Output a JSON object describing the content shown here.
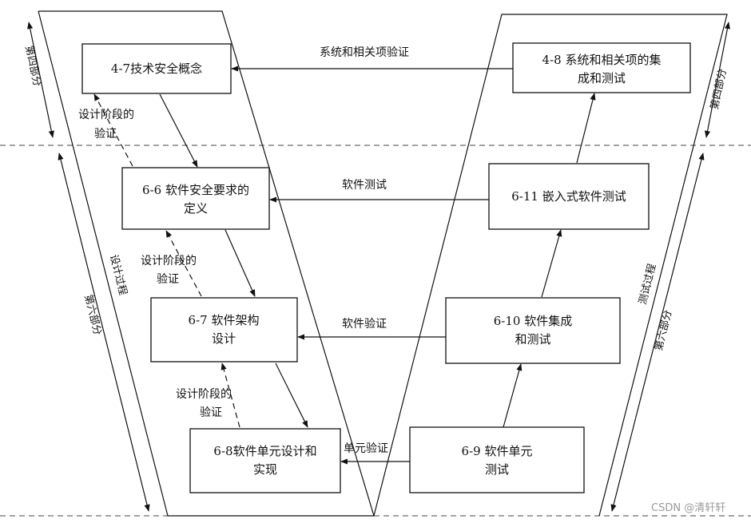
{
  "boxes": {
    "b47": [
      "4-7技术安全概念"
    ],
    "b48": [
      "4-8 系统和相关项的集",
      "成和测试"
    ],
    "b66": [
      "6-6 软件安全要求的",
      "定义"
    ],
    "b611": [
      "6-11 嵌入式软件测试"
    ],
    "b67": [
      "6-7 软件架构",
      "设计"
    ],
    "b610": [
      "6-10 软件集成",
      "和测试"
    ],
    "b68": [
      "6-8软件单元设计和",
      "实现"
    ],
    "b69": [
      "6-9 软件单元",
      "测试"
    ]
  },
  "arrow_labels": {
    "sys": "系统和相关项验证",
    "swtest": "软件测试",
    "swverify": "软件验证",
    "unit": "单元验证"
  },
  "dash_labels": {
    "d1": [
      "设计阶段的",
      "验证"
    ],
    "d2": [
      "设计阶段的",
      "验证"
    ],
    "d3": [
      "设计阶段的",
      "验证"
    ]
  },
  "side_labels": {
    "left_top": "第四部分",
    "left_bottom": "第六部分",
    "left_process": "设计过程",
    "right_top": "第四部分",
    "right_bottom": "第六部分",
    "right_process": "测试过程"
  },
  "watermark": "CSDN @清轩轩"
}
